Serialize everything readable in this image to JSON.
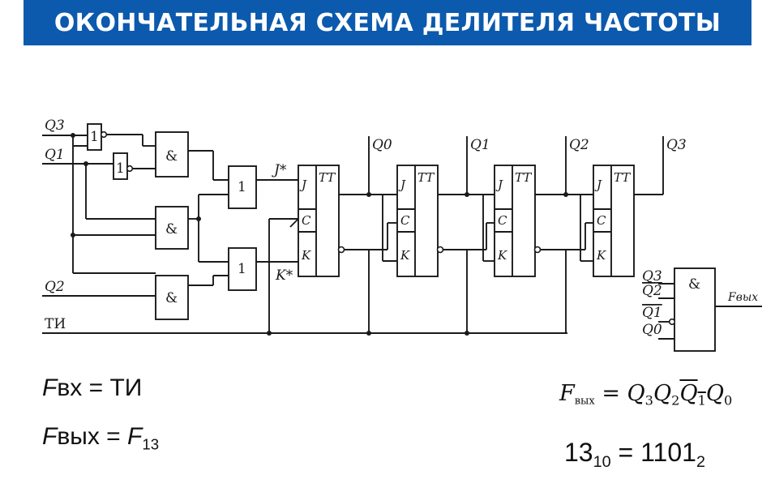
{
  "slide": {
    "title": "ОКОНЧАТЕЛЬНАЯ СХЕМА ДЕЛИТЕЛЯ ЧАСТОТЫ"
  },
  "inputs": {
    "q3": "Q3",
    "q1": "Q1",
    "q2": "Q2",
    "ti": "ТИ"
  },
  "gates": {
    "not": "1",
    "and": "&",
    "or": "1"
  },
  "signals": {
    "j_star": "J*",
    "k_star": "K*"
  },
  "flipflop": {
    "type": "TT",
    "j": "J",
    "c": "C",
    "k": "K"
  },
  "outputs": [
    "Q0",
    "Q1",
    "Q2",
    "Q3"
  ],
  "final_and": {
    "symbol": "&",
    "inputs": [
      "Q3",
      "Q2",
      "Q1",
      "Q0"
    ],
    "output": "Fвых"
  },
  "equations": {
    "f_in_sym": "F",
    "f_in_rest": "вх = ТИ",
    "f_out_sym": "F",
    "f_out_mid": "вых = ",
    "f_out_rhs": "F",
    "f_out_sub": "13",
    "formula_lhs": "F",
    "formula_lhs_sub": "вых",
    "formula_q3": "Q",
    "formula_q3_sub": "3",
    "formula_q2": "Q",
    "formula_q2_sub": "2",
    "formula_q1": "Q",
    "formula_q1_sub": "1",
    "formula_q0": "Q",
    "formula_q0_sub": "0",
    "number_dec": "13",
    "number_dec_base": "10",
    "number_eq": " = ",
    "number_bin": "1101",
    "number_bin_base": "2"
  }
}
